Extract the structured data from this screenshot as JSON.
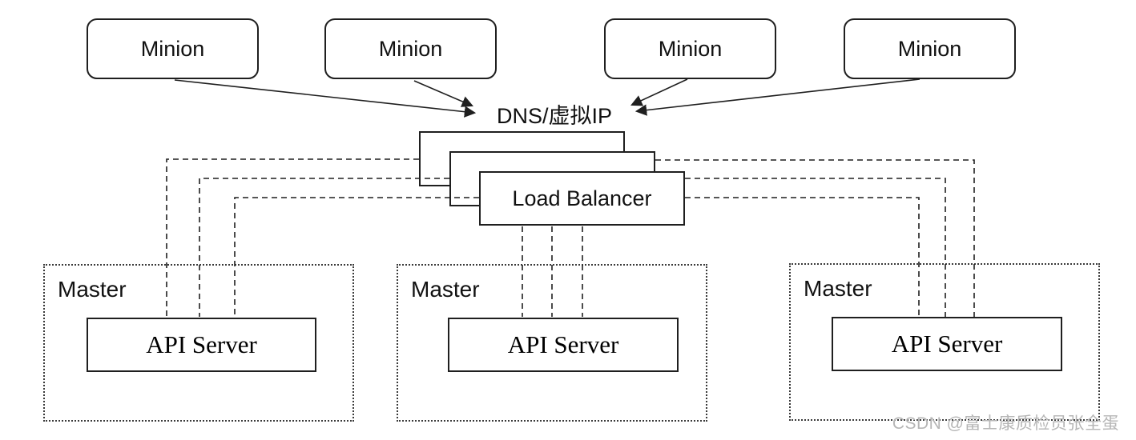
{
  "nodes": {
    "minions": [
      {
        "label": "Minion"
      },
      {
        "label": "Minion"
      },
      {
        "label": "Minion"
      },
      {
        "label": "Minion"
      }
    ],
    "dns": {
      "label": "DNS/虚拟IP"
    },
    "load_balancer": {
      "label": "Load Balancer"
    },
    "masters": [
      {
        "label": "Master",
        "api_server": {
          "label": "API Server"
        }
      },
      {
        "label": "Master",
        "api_server": {
          "label": "API Server"
        }
      },
      {
        "label": "Master",
        "api_server": {
          "label": "API Server"
        }
      }
    ]
  },
  "watermark": {
    "text": "CSDN @富士康质检员张全蛋"
  },
  "colors": {
    "line": "#1f1f1f",
    "box_border": "#1f1f1f",
    "background": "#ffffff",
    "watermark": "#b6b6b6"
  }
}
